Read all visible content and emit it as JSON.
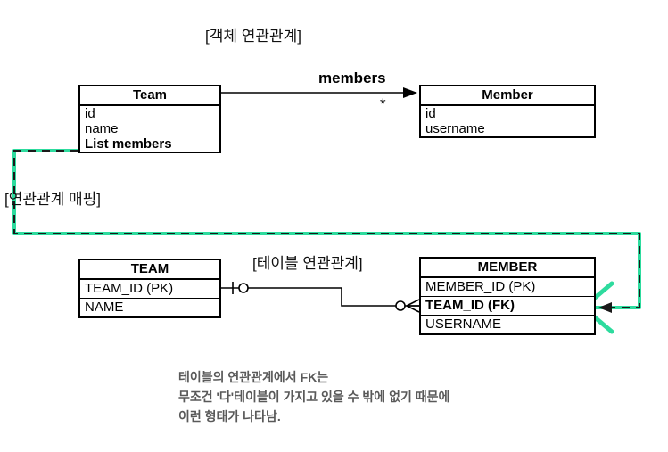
{
  "labels": {
    "object_association_title": "[객체 연관관계]",
    "mapping_title": "[연관관계 매핑]",
    "table_association_title": "[테이블 연관관계]",
    "members_label": "members",
    "multiplicity": "*"
  },
  "object_diagram": {
    "team": {
      "title": "Team",
      "fields": [
        "id",
        "name",
        "List members"
      ]
    },
    "member": {
      "title": "Member",
      "fields": [
        "id",
        "username"
      ]
    }
  },
  "table_diagram": {
    "team": {
      "title": "TEAM",
      "rows": [
        "TEAM_ID (PK)",
        "NAME"
      ]
    },
    "member": {
      "title": "MEMBER",
      "rows": [
        "MEMBER_ID (PK)",
        "TEAM_ID (FK)",
        "USERNAME"
      ]
    }
  },
  "note": {
    "line1": "테이블의 연관관계에서 FK는",
    "line2": "무조건 '다'테이블이 가지고 있을 수 밖에 없기 때문에",
    "line3": "이런 형태가 나타남."
  },
  "colors": {
    "line": "#000000",
    "annotation_green": "#2edb9e",
    "note_gray": "#595959"
  }
}
